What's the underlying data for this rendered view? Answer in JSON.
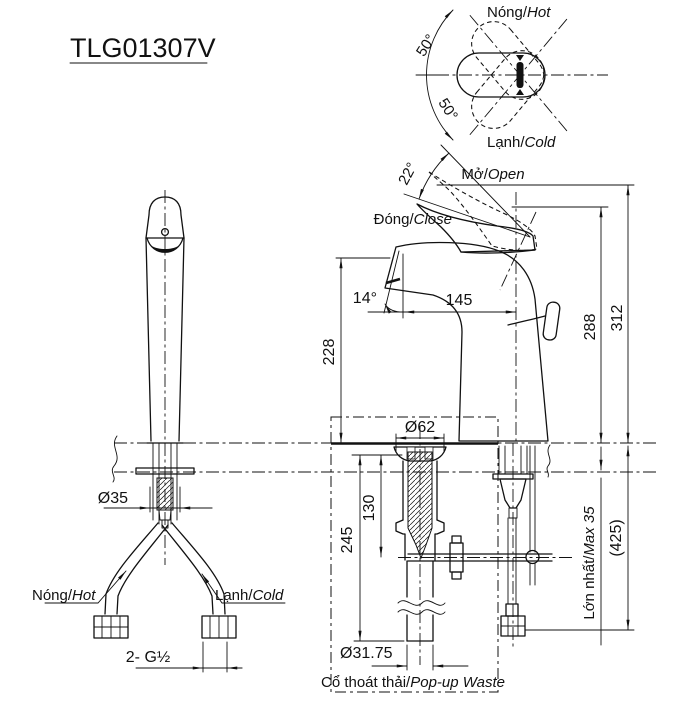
{
  "title": "TLG01307V",
  "colors": {
    "ink": "#111111",
    "paper": "#ffffff"
  },
  "plan_view": {
    "hot": {
      "vi": "Nóng/",
      "en": "Hot"
    },
    "cold": {
      "vi": "Lạnh/",
      "en": "Cold"
    },
    "swing_upper": "50°",
    "swing_lower": "50°"
  },
  "side_view": {
    "open": {
      "vi": "Mở/",
      "en": "Open"
    },
    "close": {
      "vi": "Đóng/",
      "en": "Close"
    },
    "lever_angle": "22°",
    "spout_angle": "14°",
    "spout_reach": "145",
    "spout_height": "228",
    "height_closed": "288",
    "height_open": "312",
    "length_below_deck": "(425)",
    "deck_max": {
      "vi": "Lớn nhất/",
      "en": "Max 35"
    }
  },
  "front_view": {
    "body_dia": "Ø35",
    "hot": {
      "vi": "Nóng/",
      "en": "Hot"
    },
    "cold": {
      "vi": "Lạnh/",
      "en": "Cold"
    },
    "thread": "2- G½"
  },
  "popup_waste": {
    "flange_dia": "Ø62",
    "plug_length": "130",
    "total_length": "245",
    "pipe_dia": "Ø31.75",
    "caption": {
      "vi": "Cổ thoát thải/",
      "en": "Pop-up Waste"
    }
  }
}
